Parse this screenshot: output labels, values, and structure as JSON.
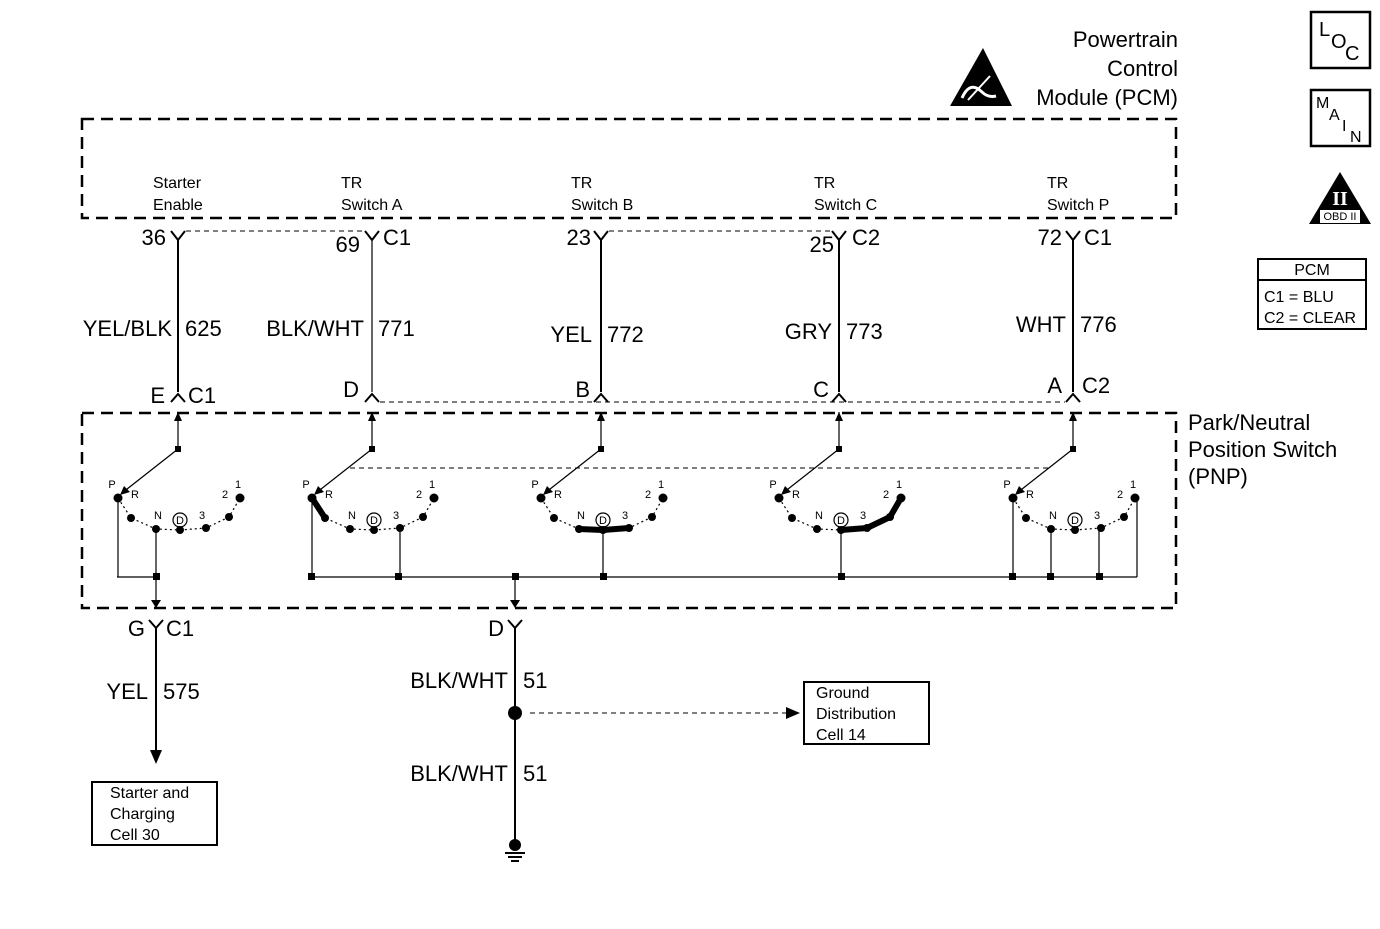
{
  "pcm": {
    "title_line1": "Powertrain",
    "title_line2": "Control",
    "title_line3": "Module (PCM)",
    "pins": [
      {
        "line1": "Starter",
        "line2": "Enable",
        "pin": "36",
        "conn": "",
        "color": "YEL/BLK",
        "circuit": "625"
      },
      {
        "line1": "TR",
        "line2": "Switch A",
        "pin": "69",
        "conn": "C1",
        "color": "BLK/WHT",
        "circuit": "771"
      },
      {
        "line1": "TR",
        "line2": "Switch B",
        "pin": "23",
        "conn": "",
        "color": "YEL",
        "circuit": "772"
      },
      {
        "line1": "TR",
        "line2": "Switch C",
        "pin": "25",
        "conn": "C2",
        "color": "GRY",
        "circuit": "773"
      },
      {
        "line1": "TR",
        "line2": "Switch P",
        "pin": "72",
        "conn": "C1",
        "color": "WHT",
        "circuit": "776"
      }
    ]
  },
  "pnp": {
    "title_line1": "Park/Neutral",
    "title_line2": "Position Switch",
    "title_line3": "(PNP)",
    "top_pins": [
      {
        "pin": "E",
        "conn": "C1"
      },
      {
        "pin": "D",
        "conn": ""
      },
      {
        "pin": "B",
        "conn": ""
      },
      {
        "pin": "C",
        "conn": ""
      },
      {
        "pin": "A",
        "conn": "C2"
      }
    ],
    "positions": [
      "P",
      "R",
      "N",
      "D",
      "3",
      "2",
      "1"
    ],
    "bottom_pins": [
      {
        "pin": "G",
        "conn": "C1"
      },
      {
        "pin": "D",
        "conn": ""
      }
    ]
  },
  "lower": {
    "starter_wire": {
      "color": "YEL",
      "circuit": "575"
    },
    "ground_wire_upper": {
      "color": "BLK/WHT",
      "circuit": "51"
    },
    "ground_wire_lower": {
      "color": "BLK/WHT",
      "circuit": "51"
    },
    "starter_box": {
      "line1": "Starter and",
      "line2": "Charging",
      "line3": "Cell 30"
    },
    "ground_box": {
      "line1": "Ground",
      "line2": "Distribution",
      "line3": "Cell 14"
    }
  },
  "legend": {
    "loc": {
      "l1": "L",
      "l2": "O",
      "l3": "C"
    },
    "main": {
      "l1": "M",
      "l2": "A",
      "l3": "I",
      "l4": "N"
    },
    "obd": {
      "numeral": "II",
      "label": "OBD II"
    },
    "pcm_table": {
      "header": "PCM",
      "row1": "C1 = BLU",
      "row2": "C2 = CLEAR"
    }
  }
}
